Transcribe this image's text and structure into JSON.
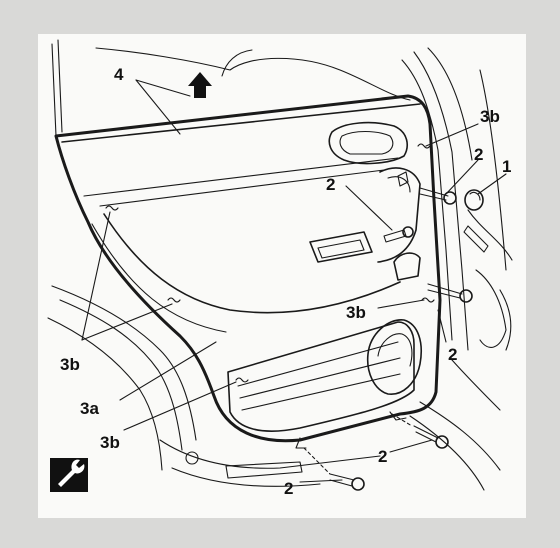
{
  "callouts": {
    "c1": "1",
    "c2a": "2",
    "c2b": "2",
    "c2c": "2",
    "c2d": "2",
    "c2e": "2",
    "c3a": "3a",
    "c3b_tr": "3b",
    "c3b_mr": "3b",
    "c3b_l": "3b",
    "c3b_bl": "3b",
    "c4": "4"
  },
  "icons": {
    "arrow": "up-arrow-icon",
    "tool": "wrench-icon"
  },
  "colors": {
    "background": "#d9d9d7",
    "line": "#1a1a1a",
    "panel": "#f7f7f5"
  }
}
